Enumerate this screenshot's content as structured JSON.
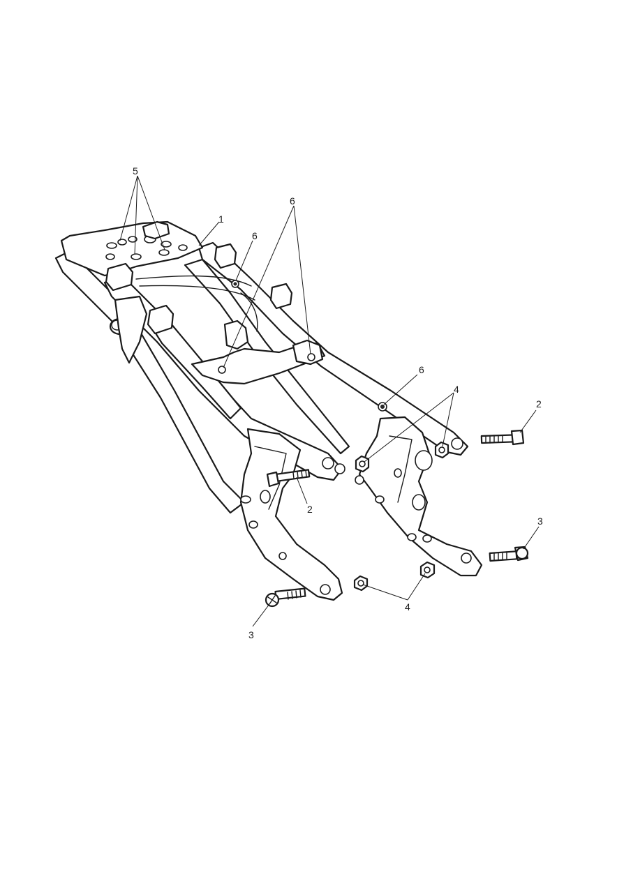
{
  "callouts": [
    {
      "id": "c1",
      "label": "1"
    },
    {
      "id": "c2a",
      "label": "2"
    },
    {
      "id": "c2b",
      "label": "2"
    },
    {
      "id": "c3a",
      "label": "3"
    },
    {
      "id": "c3b",
      "label": "3"
    },
    {
      "id": "c4a",
      "label": "4"
    },
    {
      "id": "c4b",
      "label": "4"
    },
    {
      "id": "c5a",
      "label": "5"
    },
    {
      "id": "c5b",
      "label": "5"
    },
    {
      "id": "c6a",
      "label": "6"
    },
    {
      "id": "c6b",
      "label": "6"
    }
  ]
}
